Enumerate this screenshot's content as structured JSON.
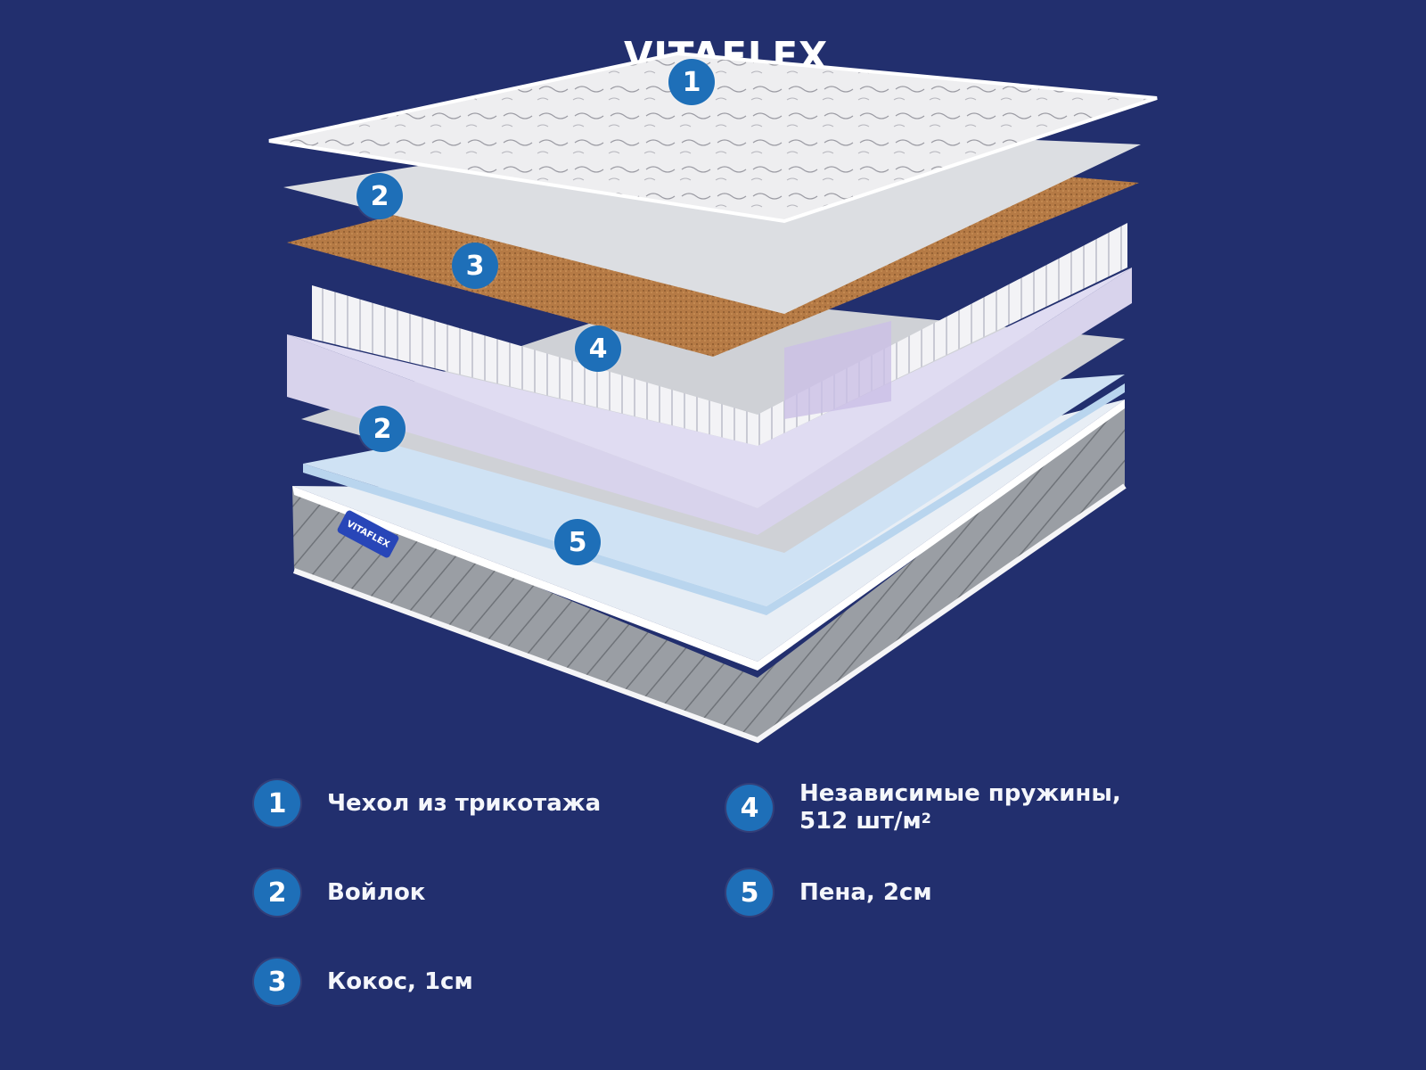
{
  "brand": {
    "logo_text": "VITAFLEX",
    "tag_text": "VITAFLEX",
    "background_color": "#222f6e",
    "badge_color": "#1e6fb8"
  },
  "illustration": {
    "description": "Exploded view of mattress layers",
    "markers": [
      {
        "number": "1",
        "layer": "cover"
      },
      {
        "number": "2",
        "layer": "felt-top"
      },
      {
        "number": "3",
        "layer": "coconut"
      },
      {
        "number": "4",
        "layer": "springs"
      },
      {
        "number": "2",
        "layer": "felt-bottom"
      },
      {
        "number": "5",
        "layer": "foam"
      }
    ]
  },
  "legend": [
    {
      "number": "1",
      "text": "Чехол из трикотажа"
    },
    {
      "number": "2",
      "text": "Войлок"
    },
    {
      "number": "3",
      "text": "Кокос, 1см"
    },
    {
      "number": "4",
      "text": "Независимые пружины,",
      "text_line2": "512 шт/м",
      "superscript": "2"
    },
    {
      "number": "5",
      "text": "Пена, 2см"
    }
  ]
}
